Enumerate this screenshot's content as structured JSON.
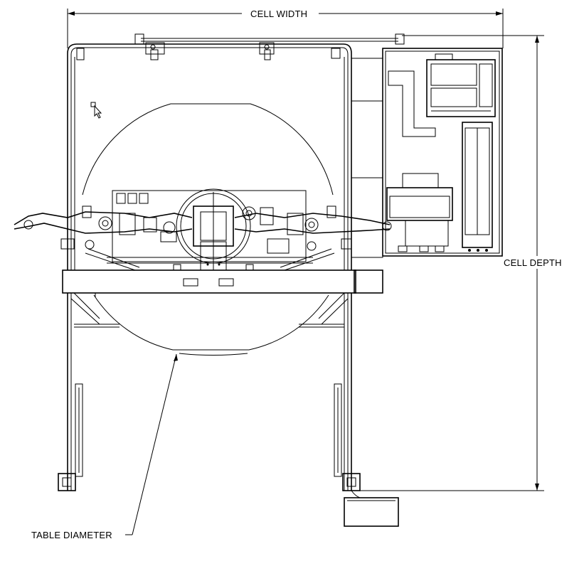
{
  "labels": {
    "cell_width": "CELL WIDTH",
    "cell_depth": "CELL DEPTH",
    "table_diameter": "TABLE DIAMETER"
  },
  "colors": {
    "line": "#000000",
    "background": "#ffffff"
  },
  "icons": {
    "cursor": "mouse-pointer-icon"
  }
}
